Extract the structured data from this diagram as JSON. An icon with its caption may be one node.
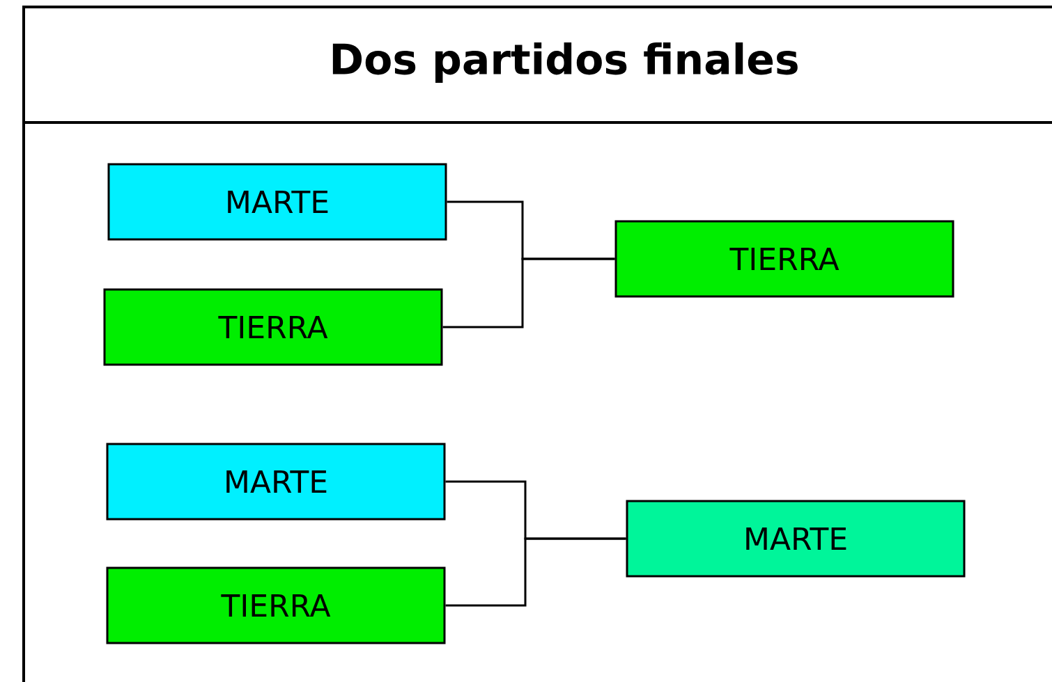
{
  "diagram": {
    "title": "Dos partidos finales",
    "nodes": [
      {
        "text": [
          "MARTE"
        ]
      },
      {
        "text": [
          "TIERRA"
        ]
      },
      {
        "text": [
          "TIERRA"
        ]
      },
      {
        "text": [
          "MARTE"
        ]
      },
      {
        "text": [
          "TIERRA"
        ]
      },
      {
        "text": [
          "MARTE"
        ]
      }
    ],
    "edges": [
      {
        "from": 0,
        "to": 2,
        "arrow": "none"
      },
      {
        "from": 1,
        "to": 2,
        "arrow": "none"
      },
      {
        "from": 3,
        "to": 5,
        "arrow": "none"
      },
      {
        "from": 4,
        "to": 5,
        "arrow": "none"
      }
    ]
  }
}
